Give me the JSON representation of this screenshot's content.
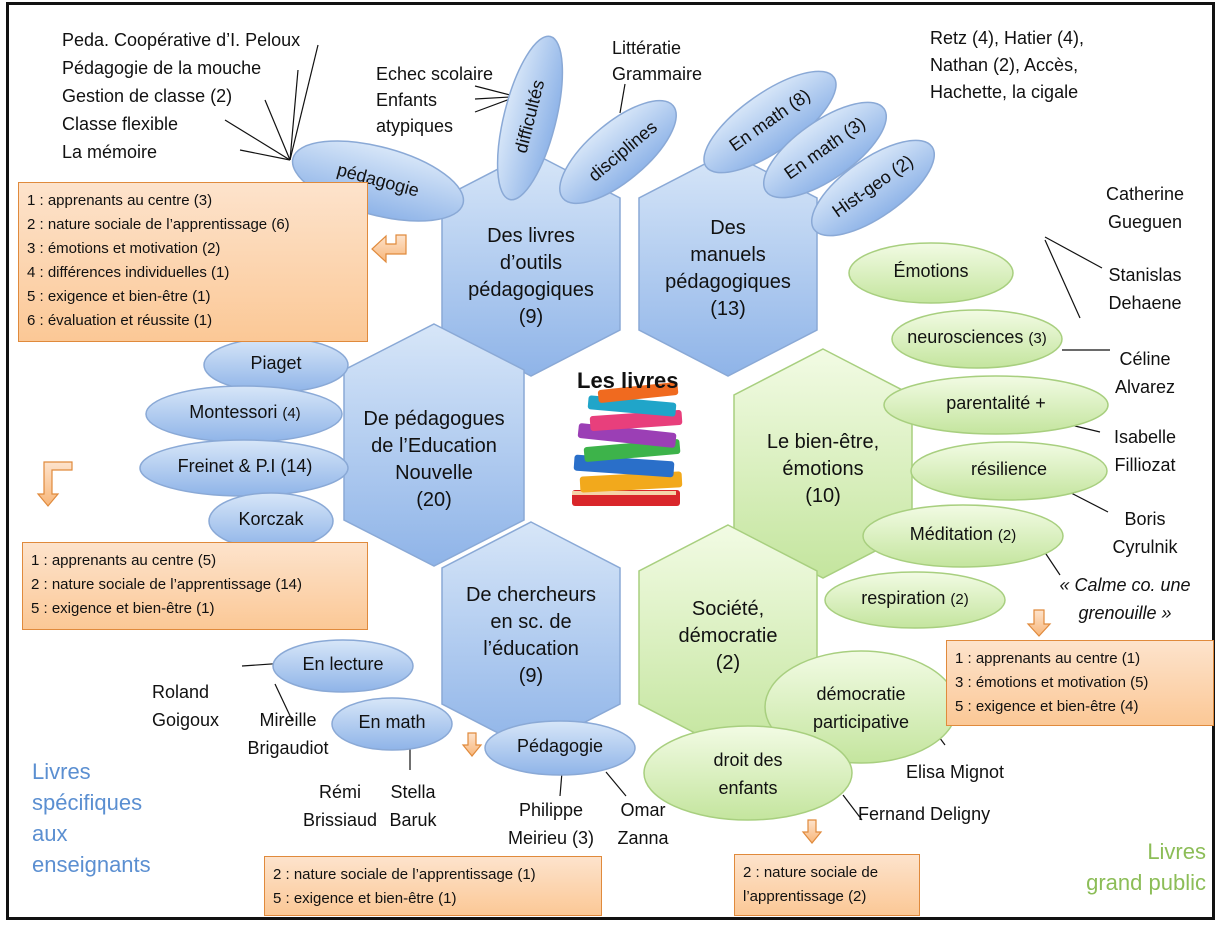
{
  "title": "Les livres",
  "hexes": [
    {
      "line1": "Des livres",
      "line2": "d’outils",
      "line3": "pédagogiques",
      "line4": "(9)"
    },
    {
      "line1": "Des",
      "line2": "manuels",
      "line3": "pédagogiques",
      "line4": "(13)"
    },
    {
      "line1": "De pédagogues",
      "line2": "de l’Education",
      "line3": "Nouvelle",
      "line4": "(20)"
    },
    {
      "line1": "De chercheurs",
      "line2": "en sc. de",
      "line3": "l’éducation",
      "line4": "(9)"
    },
    {
      "line1": "Le bien-être,",
      "line2": "émotions",
      "line3": "(10)"
    },
    {
      "line1": "Société,",
      "line2": "démocratie",
      "line3": "(2)"
    }
  ],
  "ellipses": {
    "pedagogie": "pédagogie",
    "difficultes": "difficultés",
    "disciplines": "disciplines",
    "math8": "En math (8)",
    "math3": "En math (3)",
    "histgeo": "Hist-geo (2)",
    "piaget": "Piaget",
    "montessori": "Montessori",
    "montessori_count": "(4)",
    "freinet": "Freinet & P.I (14)",
    "korczak": "Korczak",
    "lecture": "En lecture",
    "math": "En math",
    "pedagogie2": "Pédagogie",
    "emotions": "Émotions",
    "neuro": "neurosciences",
    "neuro_count": "(3)",
    "parentalite": "parentalité +",
    "resilience": "résilience",
    "meditation": "Méditation",
    "meditation_count": "(2)",
    "respiration": "respiration",
    "respiration_count": "(2)",
    "democratie1": "démocratie",
    "democratie2": "participative",
    "droit1": "droit des",
    "droit2": "enfants"
  },
  "labels": {
    "peda_coop": "Peda. Coopérative d’I. Peloux",
    "mouche": "Pédagogie de la mouche",
    "gestion": "Gestion de classe (2)",
    "flexible": "Classe flexible",
    "memoire": "La mémoire",
    "echec": "Echec scolaire",
    "enfants": "Enfants",
    "atypiques": "atypiques",
    "litteratie": "Littératie",
    "grammaire": "Grammaire",
    "editeurs1": "Retz (4), Hatier (4),",
    "editeurs2": "Nathan (2), Accès,",
    "editeurs3": "Hachette, la cigale",
    "gueguen1": "Catherine",
    "gueguen2": "Gueguen",
    "dehaene1": "Stanislas",
    "dehaene2": "Dehaene",
    "alvarez1": "Céline",
    "alvarez2": "Alvarez",
    "filliozat1": "Isabelle",
    "filliozat2": "Filliozat",
    "cyrulnik1": "Boris",
    "cyrulnik2": "Cyrulnik",
    "calme1": "« Calme co. une",
    "calme2": "grenouille »",
    "roland": "Roland",
    "goigoux": "Goigoux",
    "mireille": "Mireille",
    "brigaudiot": "Brigaudiot",
    "remi": "Rémi",
    "brissiaud": "Brissiaud",
    "stella": "Stella",
    "baruk": "Baruk",
    "philippe": "Philippe",
    "meirieu": "Meirieu (3)",
    "omar": "Omar",
    "zanna": "Zanna",
    "mignot": "Elisa Mignot",
    "deligny": "Fernand Deligny"
  },
  "corners": {
    "left1": "Livres",
    "left2": "spécifiques",
    "left3": "aux",
    "left4": "enseignants",
    "right1": "Livres",
    "right2": "grand public"
  },
  "boxes": [
    [
      "1 : apprenants au centre (3)",
      "2 : nature sociale de l’apprentissage (6)",
      "3 : émotions et motivation (2)",
      "4 : différences individuelles (1)",
      "5 : exigence et bien-être (1)",
      "6 : évaluation et réussite (1)"
    ],
    [
      "1 : apprenants au centre (5)",
      "2 : nature sociale de l’apprentissage (14)",
      "5 : exigence et bien-être (1)"
    ],
    [
      "1 : apprenants au centre (1)",
      "3 : émotions et motivation (5)",
      "5 : exigence et bien-être (4)"
    ],
    [
      "2 : nature sociale de l’apprentissage (1)",
      "5 : exigence et bien-être (1)"
    ],
    [
      "2 : nature sociale de",
      "l’apprentissage (2)"
    ]
  ],
  "colors": {
    "blue_shape": "#a9c6ee",
    "green_shape": "#d6efb8",
    "orange_box": "#fbc896",
    "left_caption": "#5b8fd1",
    "right_caption": "#8cbd57"
  }
}
